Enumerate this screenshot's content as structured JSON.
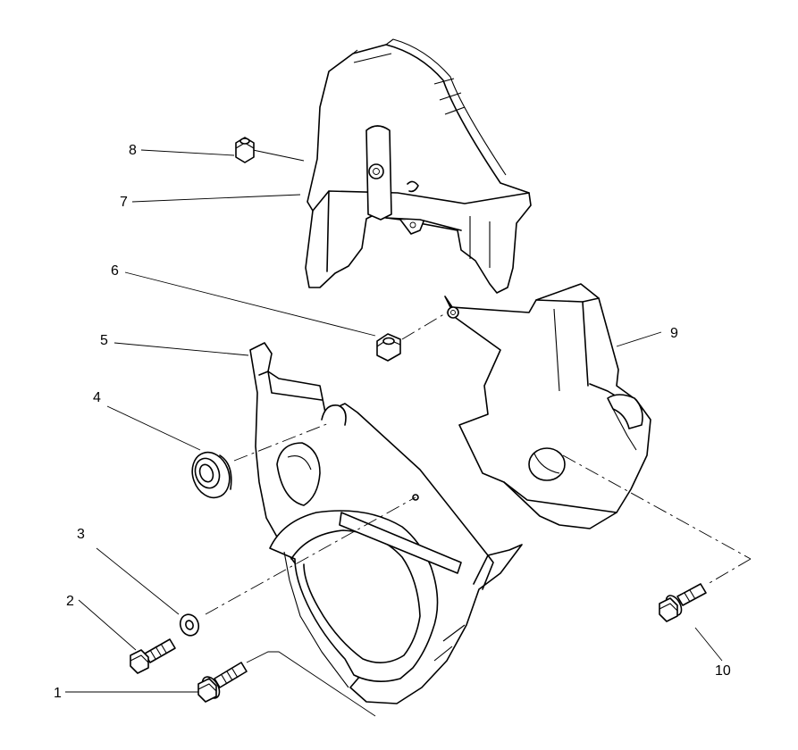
{
  "callouts": [
    {
      "label": "1"
    },
    {
      "label": "2"
    },
    {
      "label": "3"
    },
    {
      "label": "4"
    },
    {
      "label": "5"
    },
    {
      "label": "6"
    },
    {
      "label": "7"
    },
    {
      "label": "8"
    },
    {
      "label": "9"
    },
    {
      "label": "10"
    }
  ]
}
